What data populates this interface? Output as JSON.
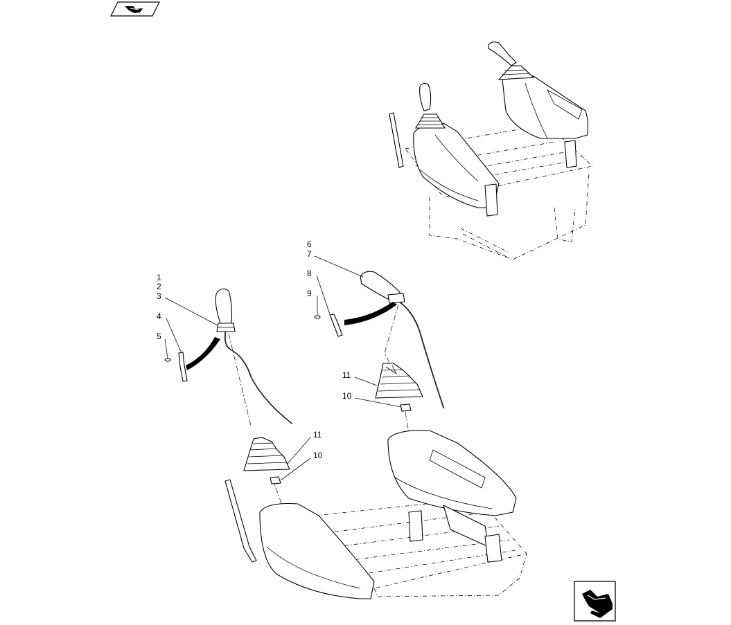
{
  "diagram": {
    "nav_icons": {
      "top_left": "previous-page-arrow-icon",
      "bottom_right": "next-page-arrow-icon"
    },
    "callouts": {
      "c1": "1",
      "c2": "2",
      "c3": "3",
      "c4": "4",
      "c5": "5",
      "c6": "6",
      "c7": "7",
      "c8": "8",
      "c9": "9",
      "c10_right": "10",
      "c11_right": "11",
      "c11_left": "11",
      "c10_left": "10"
    }
  }
}
